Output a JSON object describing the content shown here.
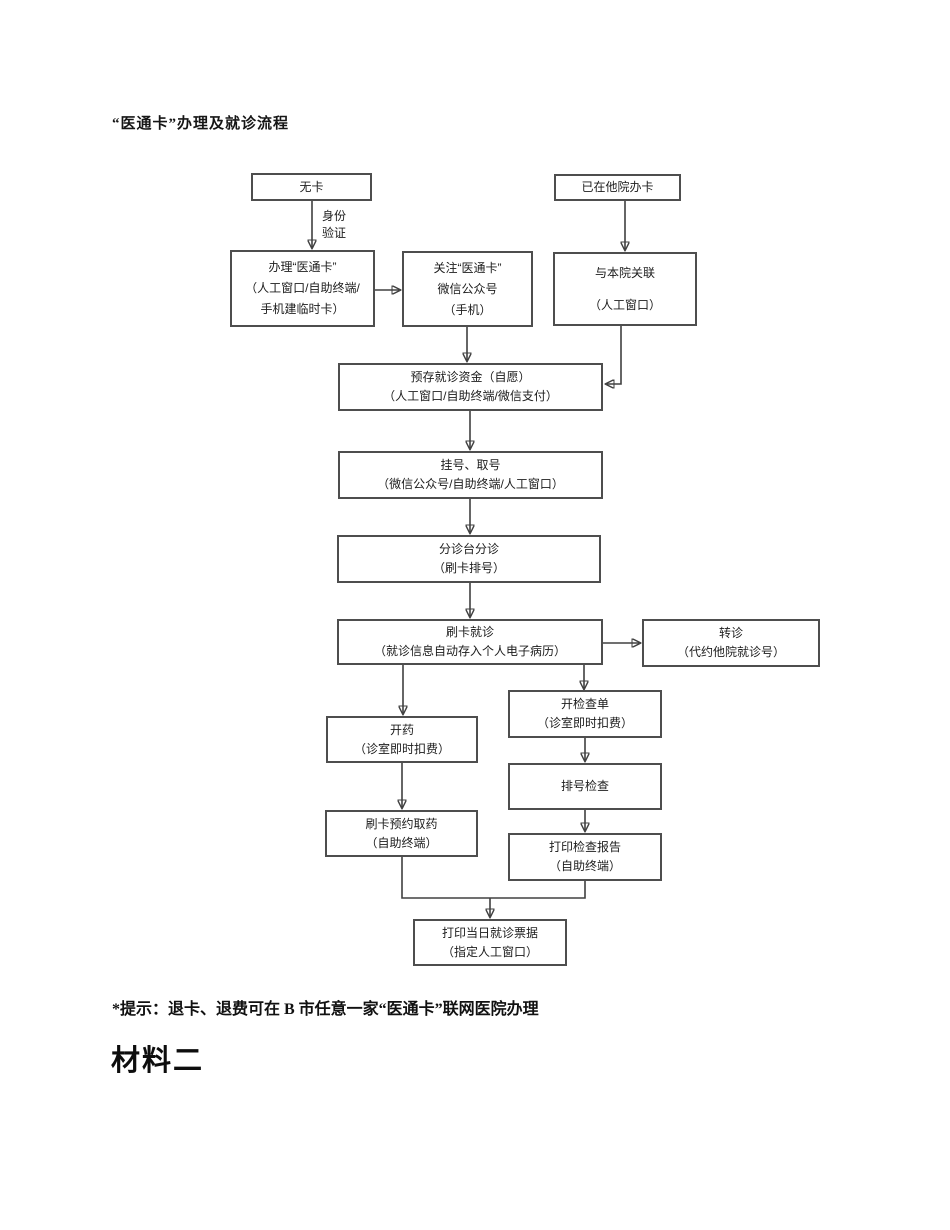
{
  "title": "“医通卡”办理及就诊流程",
  "note": "*提示：退卡、退费可在 B 市任意一家“医通卡”联网医院办理",
  "section_heading": "材料二",
  "colors": {
    "ink": "#1c1c1c",
    "line": "#404040",
    "border": "#4e4e4e"
  },
  "flow": {
    "no_card": {
      "lines": [
        "无卡"
      ]
    },
    "other_hospital_card": {
      "lines": [
        "已在他院办卡"
      ]
    },
    "identity_label": {
      "lines": [
        "身份",
        "验证"
      ]
    },
    "apply_card": {
      "lines": [
        "办理“医通卡”",
        "（人工窗口/自助终端/",
        "手机建临时卡）"
      ]
    },
    "follow_wechat": {
      "lines": [
        "关注“医通卡”",
        "微信公众号",
        "（手机）"
      ]
    },
    "link_hospital": {
      "lines": [
        "与本院关联",
        "（人工窗口）"
      ]
    },
    "deposit": {
      "lines": [
        "预存就诊资金（自愿）",
        "（人工窗口/自助终端/微信支付）"
      ]
    },
    "register": {
      "lines": [
        "挂号、取号",
        "（微信公众号/自助终端/人工窗口）"
      ]
    },
    "triage": {
      "lines": [
        "分诊台分诊",
        "（刷卡排号）"
      ]
    },
    "swipe_visit": {
      "lines": [
        "刷卡就诊",
        "（就诊信息自动存入个人电子病历）"
      ]
    },
    "referral": {
      "lines": [
        "转诊",
        "（代约他院就诊号）"
      ]
    },
    "prescribe": {
      "lines": [
        "开药",
        "（诊室即时扣费）"
      ]
    },
    "order_exam": {
      "lines": [
        "开检查单",
        "（诊室即时扣费）"
      ]
    },
    "queue_exam": {
      "lines": [
        "排号检查"
      ]
    },
    "reserve_medicine": {
      "lines": [
        "刷卡预约取药",
        "（自助终端）"
      ]
    },
    "print_report": {
      "lines": [
        "打印检查报告",
        "（自助终端）"
      ]
    },
    "print_receipt": {
      "lines": [
        "打印当日就诊票据",
        "（指定人工窗口）"
      ]
    }
  }
}
